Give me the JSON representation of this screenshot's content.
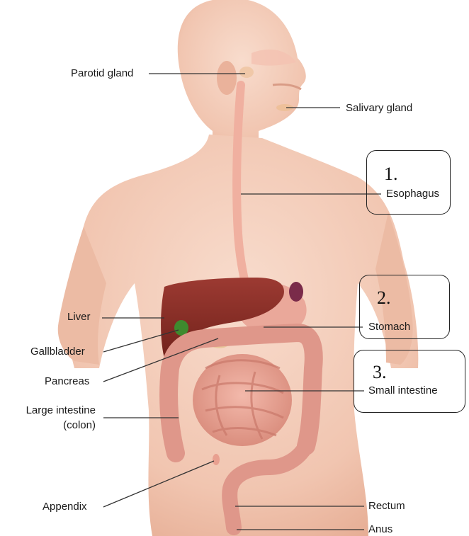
{
  "labels": {
    "parotid_gland": "Parotid gland",
    "salivary_gland": "Salivary gland",
    "esophagus": "Esophagus",
    "stomach": "Stomach",
    "small_intestine": "Small intestine",
    "liver": "Liver",
    "gallbladder": "Gallbladder",
    "pancreas": "Pancreas",
    "large_intestine_line1": "Large intestine",
    "large_intestine_line2": "(colon)",
    "appendix": "Appendix",
    "rectum": "Rectum",
    "anus": "Anus"
  },
  "answer_boxes": {
    "box1": "1.",
    "box2": "2.",
    "box3": "3."
  },
  "colors": {
    "skin": "#f3cbb7",
    "skin_shadow": "#e2a98f",
    "liver": "#8a2e28",
    "gallbladder": "#3f8a2e",
    "intestine": "#e9a396",
    "colon": "#e29a8a",
    "esophagus": "#f0b4a4",
    "leader_line": "#333333"
  }
}
